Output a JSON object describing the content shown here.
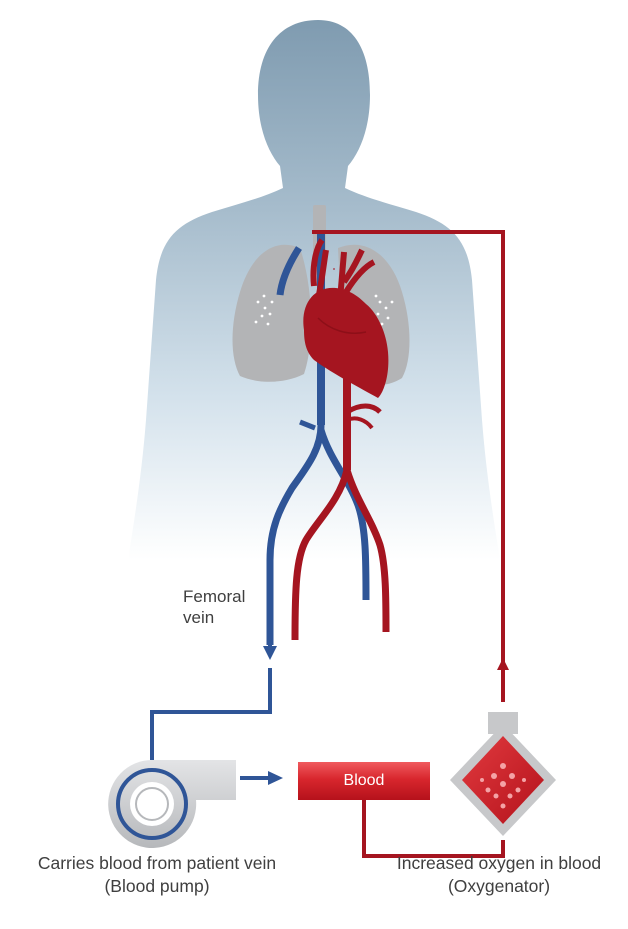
{
  "labels": {
    "femoral_vein_line1": "Femoral",
    "femoral_vein_line2": "vein",
    "blood": "Blood"
  },
  "captions": {
    "pump_line1": "Carries blood from patient vein",
    "pump_line2": "(Blood pump)",
    "oxygenator_line1": "Increased oxygen in blood",
    "oxygenator_line2": "(Oxygenator)"
  },
  "colors": {
    "arterial_red": "#a51520",
    "venous_blue": "#2f5597",
    "lung_gray": "#b3b4b6",
    "body_silhouette_top": "#7f9bb0",
    "device_gray": "#c7c8ca"
  }
}
